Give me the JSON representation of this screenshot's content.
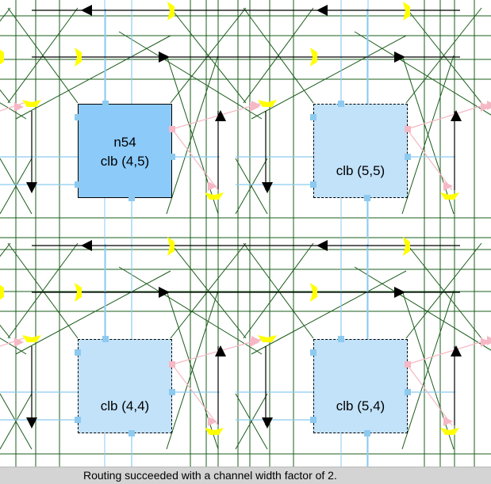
{
  "colors": {
    "background": "#ffffff",
    "wire_green": "#1a5c1a",
    "wire_light_blue": "#8ccaf0",
    "wire_black": "#000000",
    "switch_yellow": "#ffff00",
    "pin_pink": "#f5b8c4",
    "pin_blue": "#8ccaf0",
    "clb_selected_fill": "#8ccafa",
    "clb_fill": "#c2e2fa",
    "status_bar": "#d4d4d4"
  },
  "blocks": [
    {
      "id": "clb-4-5",
      "name": "clb (4,5)",
      "net": "n54",
      "selected": true
    },
    {
      "id": "clb-5-5",
      "name": "clb (5,5)",
      "net": "",
      "selected": false
    },
    {
      "id": "clb-4-4",
      "name": "clb (4,4)",
      "net": "",
      "selected": false
    },
    {
      "id": "clb-5-4",
      "name": "clb (5,4)",
      "net": "",
      "selected": false
    }
  ],
  "status": {
    "message": "Routing succeeded with a channel width factor of 2."
  }
}
